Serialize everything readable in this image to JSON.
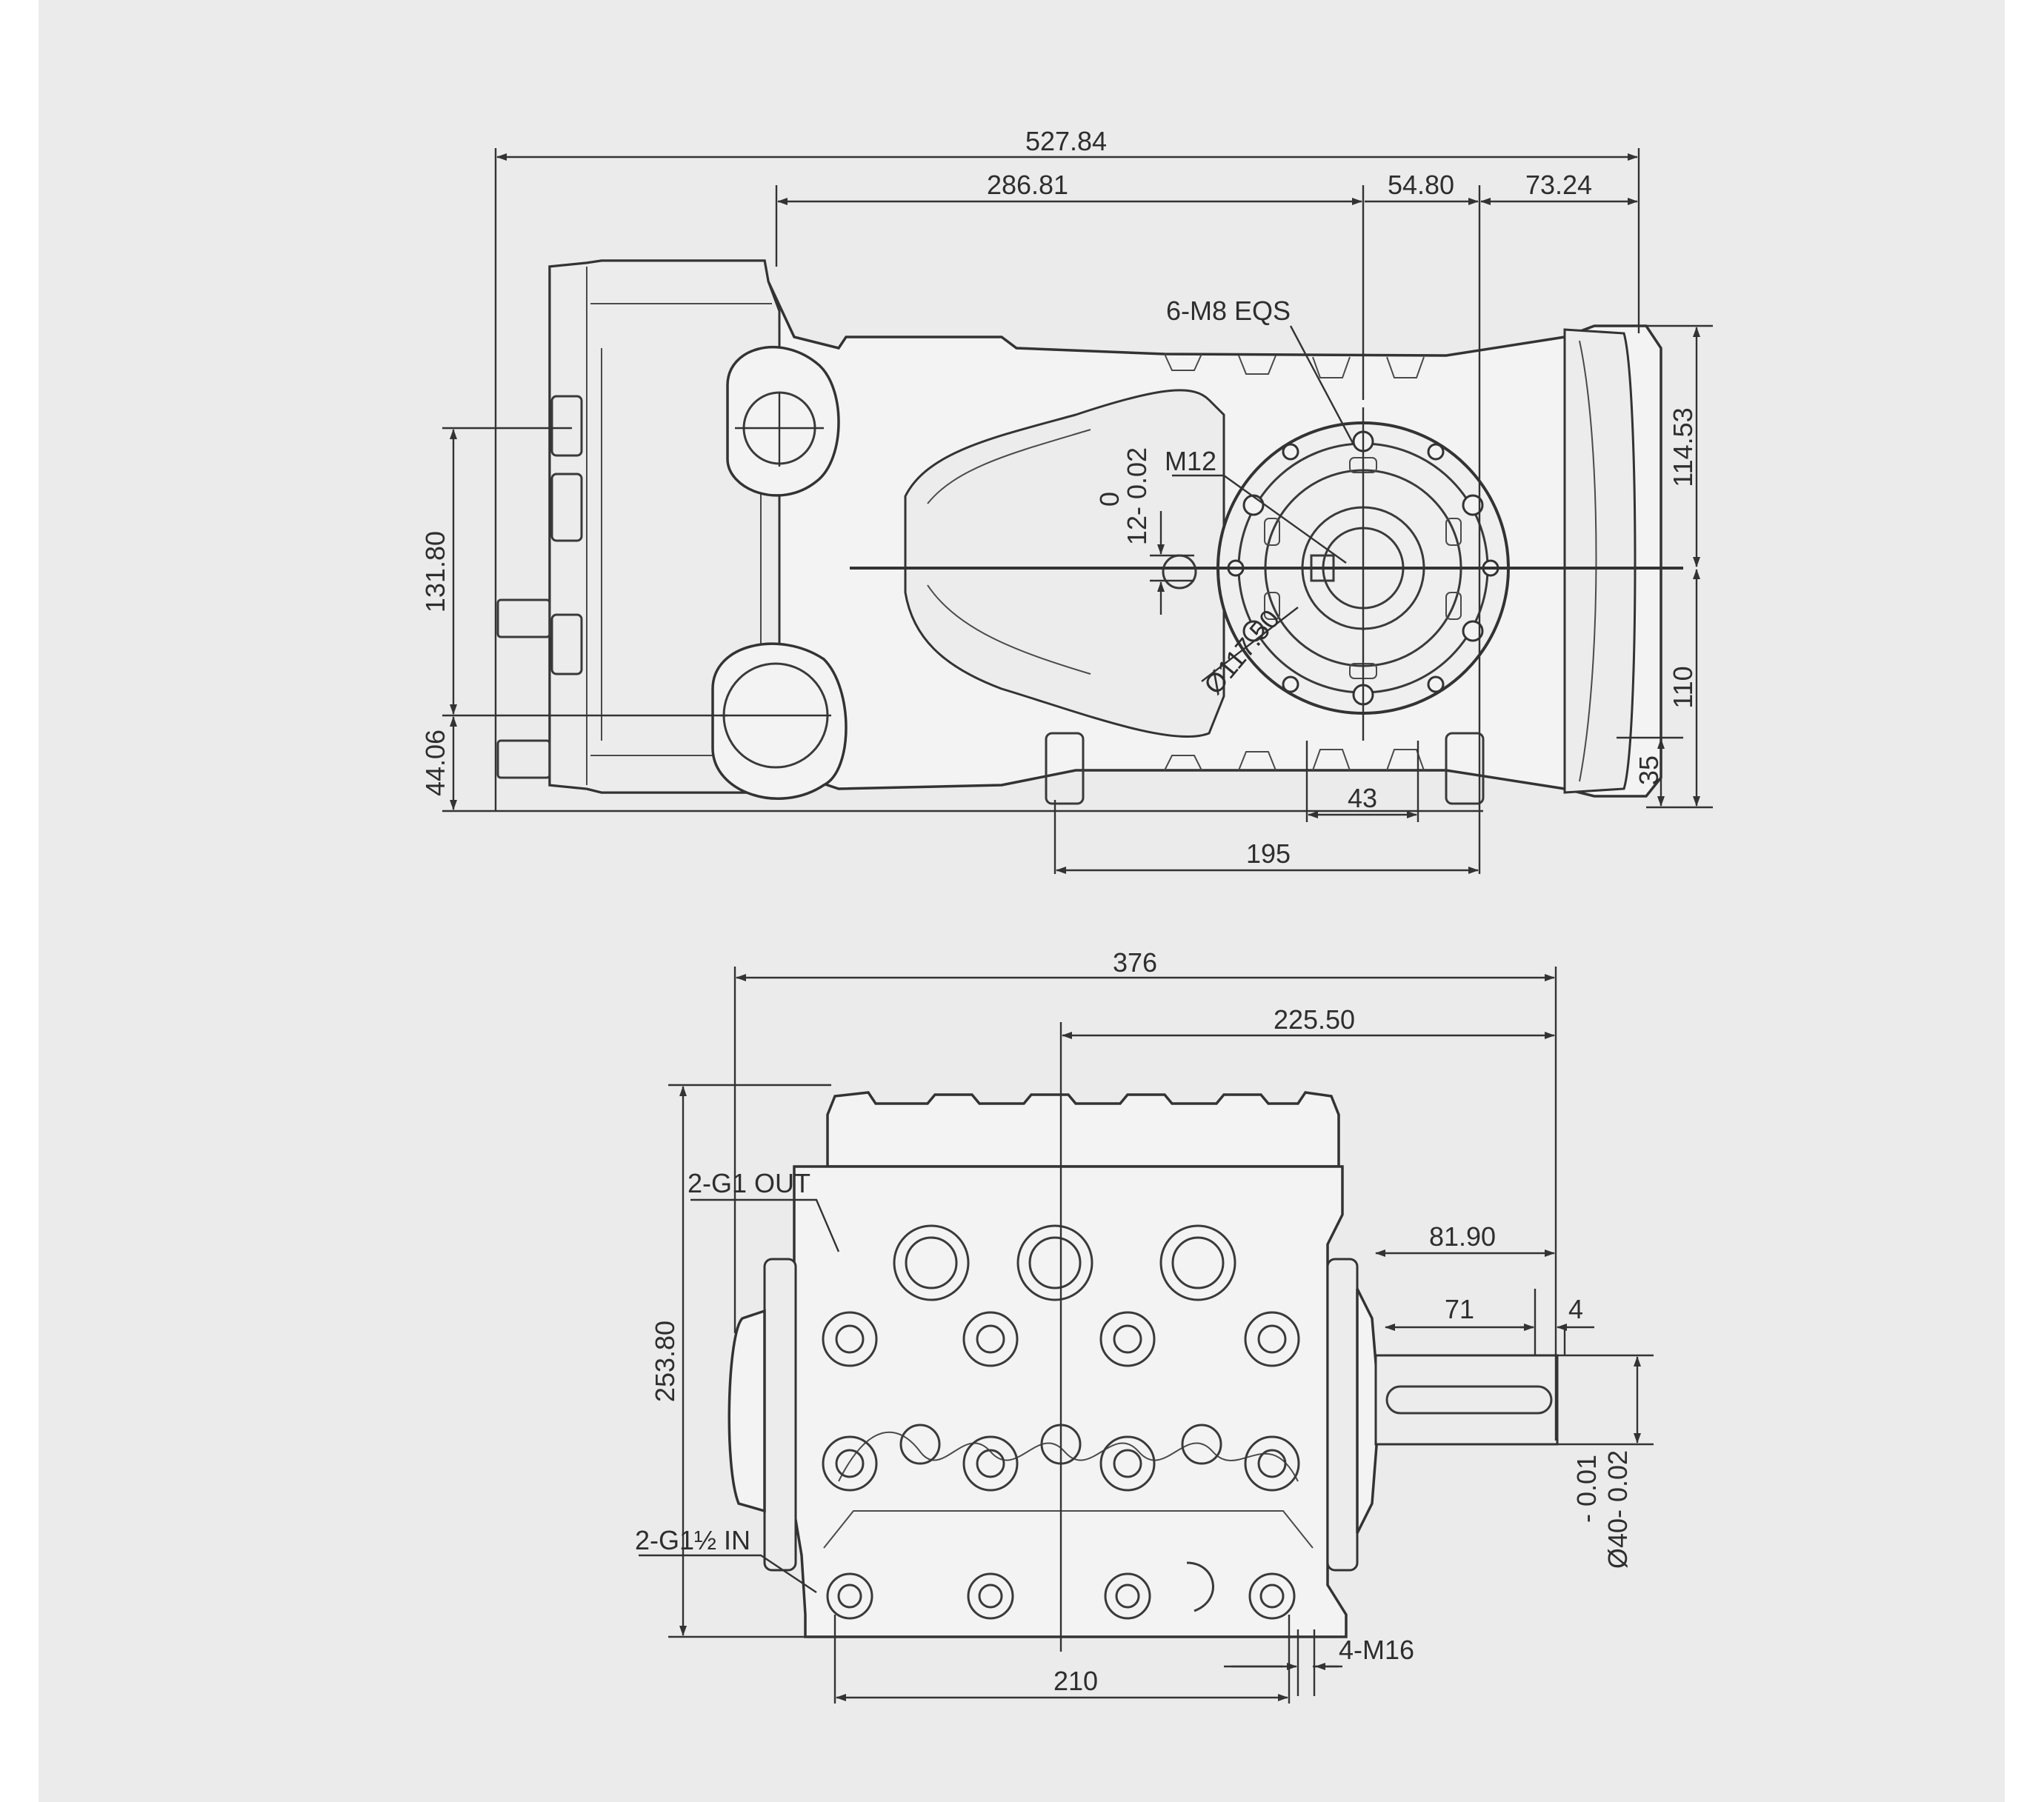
{
  "top_view": {
    "dims": {
      "overall_length": "527.84",
      "flange_to_shaft": "286.81",
      "shaft_offset": "54.80",
      "rear_offset": "73.24",
      "height_upper": "114.53",
      "height_lower": "110",
      "foot_height": "35",
      "port_spacing": "131.80",
      "port_low": "44.06",
      "foot_spacing": "195",
      "foot_gap": "43",
      "key_top": "0",
      "key_width": "12- 0.02",
      "flange_diameter": "Ø117.50"
    },
    "callouts": {
      "flange_bolts": "6-M8 EQS",
      "center_thread": "M12"
    }
  },
  "bottom_view": {
    "dims": {
      "overall_width": "376",
      "center_offset": "225.50",
      "shaft_length": "81.90",
      "key_length": "71",
      "key_offset": "4",
      "overall_height": "253.80",
      "mount_spacing": "210",
      "shaft_tol_upper": "- 0.01",
      "shaft_diameter": "Ø40- 0.02"
    },
    "callouts": {
      "outlet": "2-G1 OUT",
      "inlet": "2-G1½ IN",
      "mount_bolts": "4-M16"
    }
  },
  "colors": {
    "background": "#ebebeb",
    "line": "#333333"
  }
}
